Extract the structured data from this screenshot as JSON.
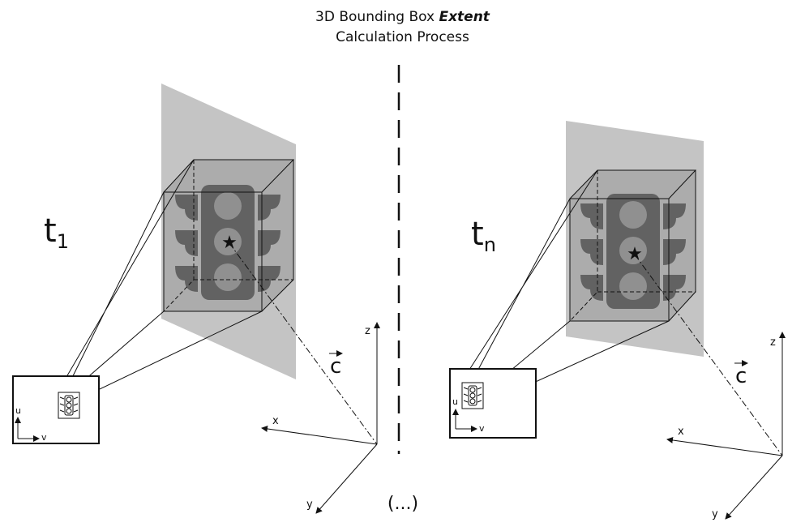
{
  "title": {
    "line1_prefix": "3D Bounding Box ",
    "line1_emphasis": "Extent",
    "line2": "Calculation Process"
  },
  "panels": [
    {
      "time_label": {
        "base": "t",
        "subscript": "1"
      },
      "camera_vector_label": "c",
      "axes": {
        "x": "x",
        "y": "y",
        "z": "z"
      },
      "image_axes": {
        "u": "u",
        "v": "v"
      }
    },
    {
      "time_label": {
        "base": "t",
        "subscript": "n"
      },
      "camera_vector_label": "c",
      "axes": {
        "x": "x",
        "y": "y",
        "z": "z"
      },
      "image_axes": {
        "u": "u",
        "v": "v"
      }
    }
  ],
  "ellipsis": "(...)",
  "colors": {
    "plane": "#c4c4c4",
    "traffic_light": "#555555",
    "lamp": "#9a9a9a",
    "lines": "#111111"
  }
}
